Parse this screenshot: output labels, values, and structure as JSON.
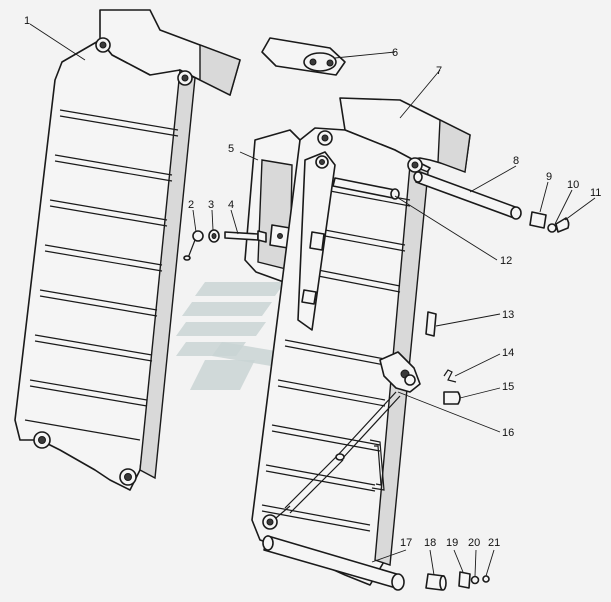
{
  "callouts": [
    {
      "id": "c1",
      "label": "1"
    },
    {
      "id": "c2",
      "label": "2"
    },
    {
      "id": "c3",
      "label": "3"
    },
    {
      "id": "c4",
      "label": "4"
    },
    {
      "id": "c5",
      "label": "5"
    },
    {
      "id": "c6",
      "label": "6"
    },
    {
      "id": "c7",
      "label": "7"
    },
    {
      "id": "c8",
      "label": "8"
    },
    {
      "id": "c9",
      "label": "9"
    },
    {
      "id": "c10",
      "label": "10"
    },
    {
      "id": "c11",
      "label": "11"
    },
    {
      "id": "c12",
      "label": "12"
    },
    {
      "id": "c13",
      "label": "13"
    },
    {
      "id": "c14",
      "label": "14"
    },
    {
      "id": "c15",
      "label": "15"
    },
    {
      "id": "c16",
      "label": "16"
    },
    {
      "id": "c17",
      "label": "17"
    },
    {
      "id": "c18",
      "label": "18"
    },
    {
      "id": "c19",
      "label": "19"
    },
    {
      "id": "c20",
      "label": "20"
    },
    {
      "id": "c21",
      "label": "21"
    }
  ],
  "colors": {
    "background": "#f3f3f3",
    "line": "#1a1a1a",
    "watermark": "#c9d3d3"
  }
}
